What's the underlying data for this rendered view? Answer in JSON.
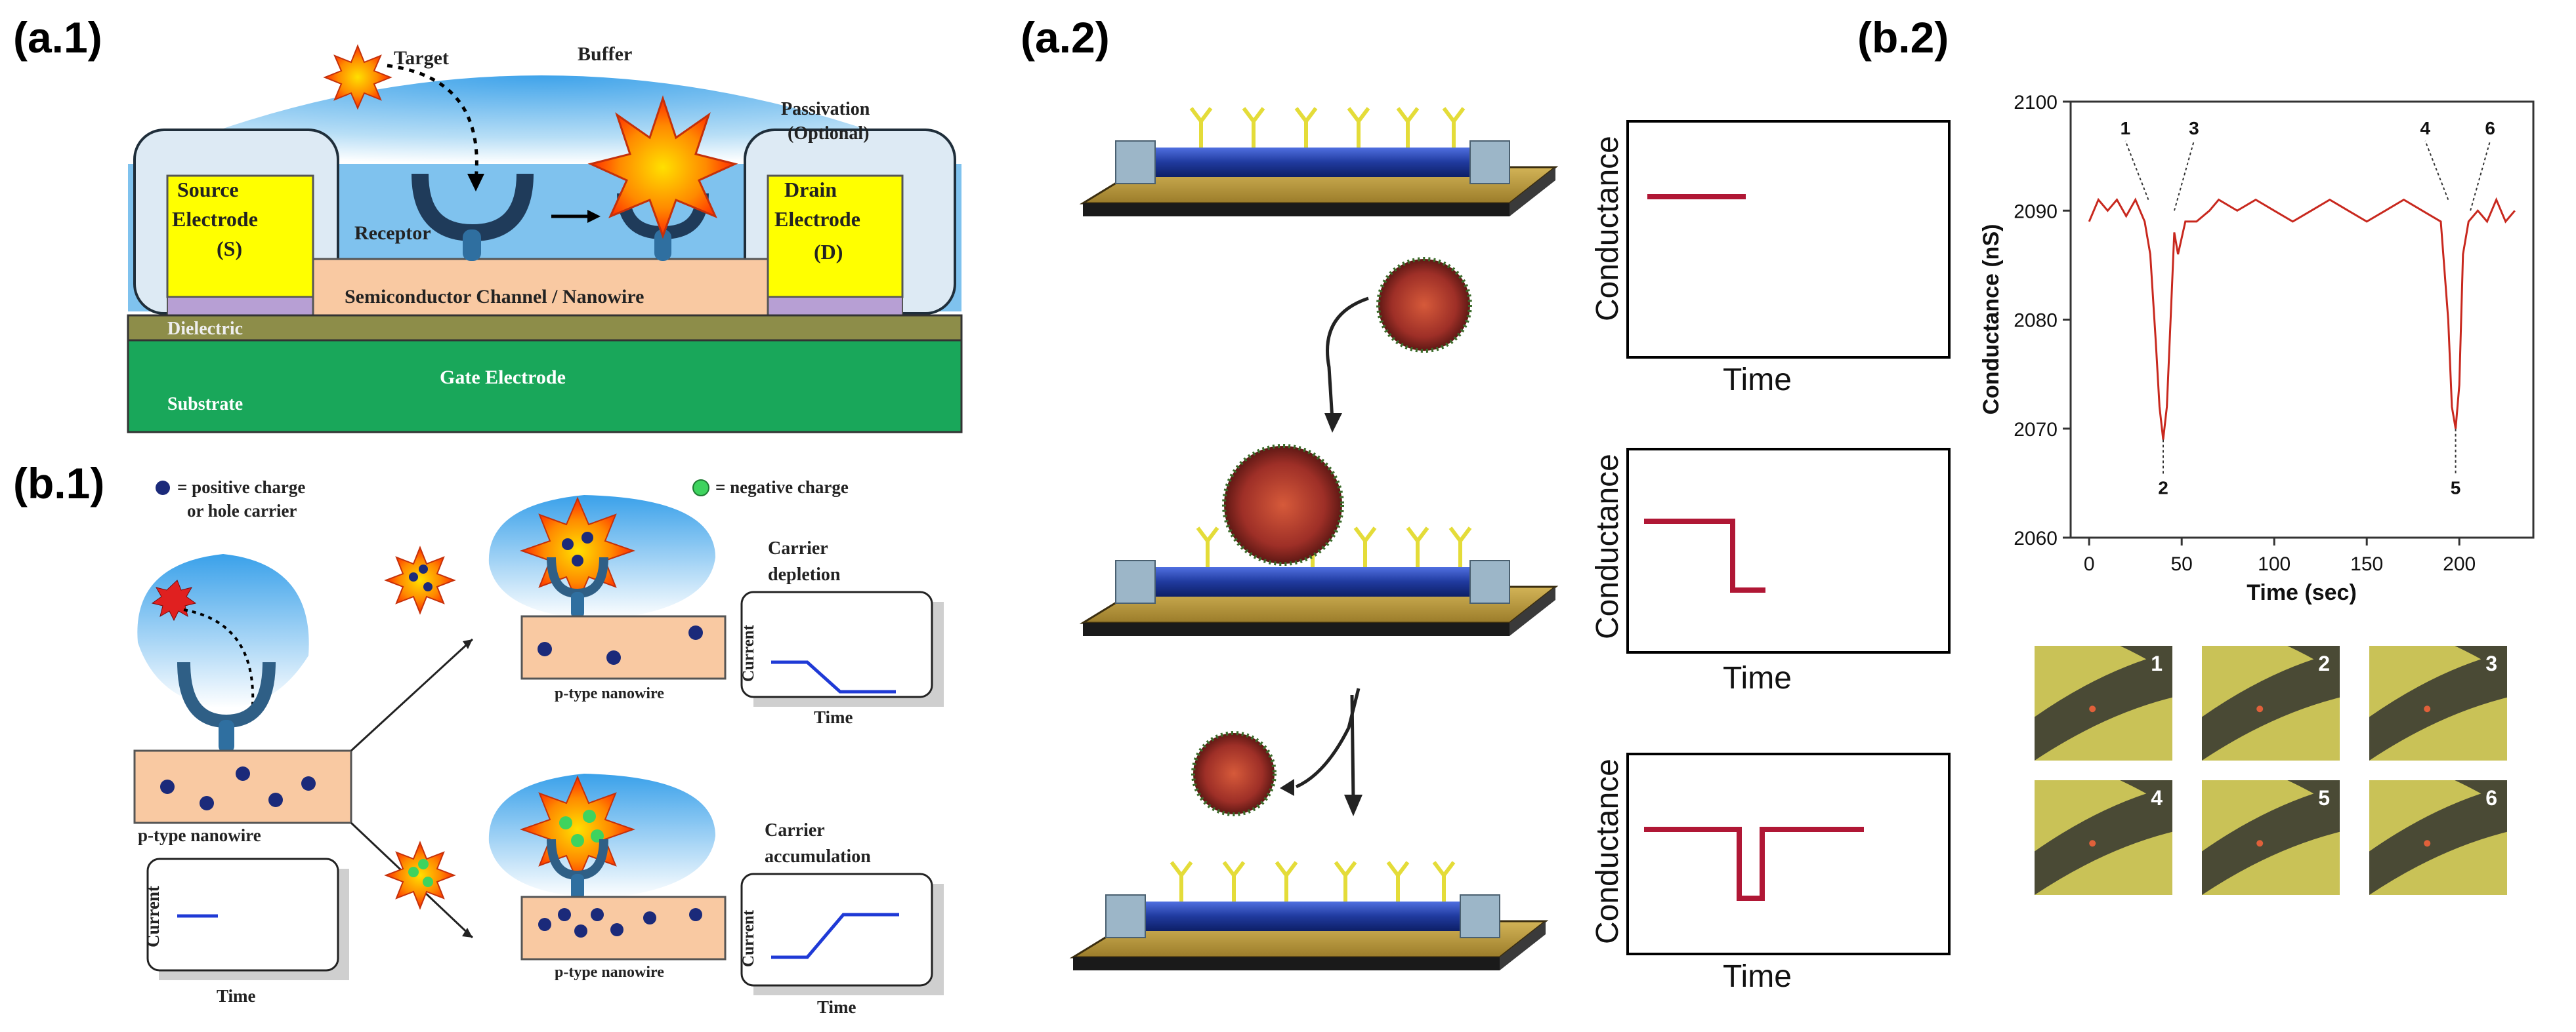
{
  "panels": {
    "a1": {
      "label": "(a.1)",
      "target": "Target",
      "buffer": "Buffer",
      "passivation": "Passivation",
      "optional": "(Optional)",
      "source_lines": [
        "Source",
        "Electrode",
        "(S)"
      ],
      "drain_lines": [
        "Drain",
        "Electrode",
        "(D)"
      ],
      "receptor": "Receptor",
      "channel": "Semiconductor Channel / Nanowire",
      "dielectric": "Dielectric",
      "gate": "Gate Electrode",
      "substrate": "Substrate"
    },
    "b1": {
      "label": "(b.1)",
      "positive_charge_lines": [
        "= positive charge",
        "or hole carrier"
      ],
      "negative_charge": "= negative charge",
      "nanowire": "p-type nanowire",
      "carrier_depletion_lines": [
        "Carrier",
        "depletion"
      ],
      "carrier_accumulation_lines": [
        "Carrier",
        "accumulation"
      ],
      "current": "Current",
      "time": "Time"
    },
    "a2": {
      "label": "(a.2)",
      "ylabel": "Conductance",
      "xlabel": "Time"
    },
    "b2": {
      "label": "(b.2)",
      "ylabel": "Conductance (nS)",
      "xlabel": "Time (sec)",
      "event_labels": [
        "1",
        "2",
        "3",
        "4",
        "5",
        "6"
      ],
      "frame_numbers": [
        "1",
        "2",
        "3",
        "4",
        "5",
        "6"
      ]
    }
  },
  "colors": {
    "buffer_blue": "#5fb4ec",
    "electrode_yellow": "#ffff00",
    "channel_peach": "#f9c9a2",
    "dielectric_olive": "#8d8d49",
    "gate_green": "#19a75a",
    "trace_red": "#c8281e",
    "a2_trace": "#b01735",
    "b1_trace": "#1f3ad6",
    "micro_yellow": "#c9c257",
    "micro_dark": "#4a4a35"
  },
  "chart_data": {
    "type": "line",
    "title": "",
    "xlabel": "Time (sec)",
    "ylabel": "Conductance (nS)",
    "xlim": [
      -10,
      240
    ],
    "ylim": [
      2060,
      2100
    ],
    "xticks": [
      0,
      50,
      100,
      150,
      200
    ],
    "yticks": [
      2060,
      2070,
      2080,
      2090,
      2100
    ],
    "grid": false,
    "series": [
      {
        "x": [
          0,
          5,
          10,
          15,
          20,
          25,
          30,
          33,
          36,
          38,
          40,
          42,
          44,
          46,
          48,
          52,
          58,
          65,
          70,
          80,
          90,
          100,
          110,
          120,
          130,
          140,
          150,
          160,
          170,
          180,
          190,
          194,
          196,
          198,
          200,
          202,
          205,
          210,
          215,
          220,
          225,
          230
        ],
        "y": [
          2089,
          2091,
          2090,
          2091,
          2089.5,
          2091,
          2089,
          2086,
          2078,
          2072,
          2069,
          2072,
          2080,
          2088,
          2086,
          2089,
          2089,
          2090,
          2091,
          2090,
          2091,
          2090,
          2089,
          2090,
          2091,
          2090,
          2089,
          2090,
          2091,
          2090,
          2089,
          2080,
          2072,
          2070,
          2074,
          2086,
          2089,
          2090,
          2089,
          2091,
          2089,
          2090
        ]
      }
    ],
    "annotations": [
      {
        "text": "1",
        "x": 32,
        "y": 2091
      },
      {
        "text": "2",
        "x": 40,
        "y": 2069
      },
      {
        "text": "3",
        "x": 46,
        "y": 2090
      },
      {
        "text": "4",
        "x": 194,
        "y": 2091
      },
      {
        "text": "5",
        "x": 198,
        "y": 2070
      },
      {
        "text": "6",
        "x": 206,
        "y": 2090
      }
    ]
  }
}
